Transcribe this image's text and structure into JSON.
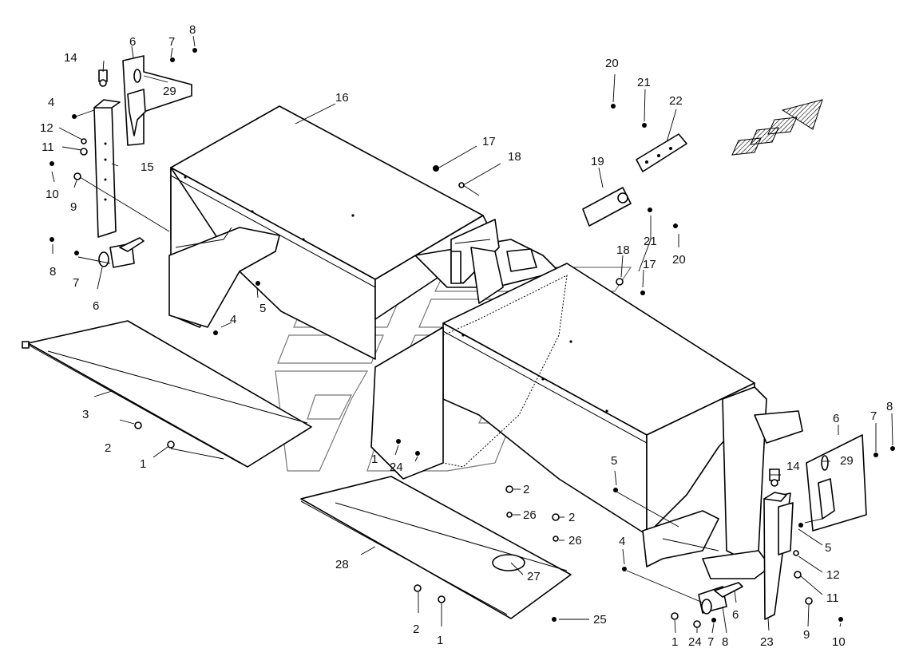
{
  "diagram": {
    "labels": {
      "p1a": "1",
      "p1b": "1",
      "p1c": "1",
      "p1d": "1",
      "p2a": "2",
      "p2b": "2",
      "p2c": "2",
      "p2d": "2",
      "p3": "3",
      "p4a": "4",
      "p4b": "4",
      "p4c": "4",
      "p5a": "5",
      "p5b": "5",
      "p5c": "5",
      "p6a": "6",
      "p6b": "6",
      "p6c": "6",
      "p6d": "6",
      "p7a": "7",
      "p7b": "7",
      "p7c": "7",
      "p7d": "7",
      "p8a": "8",
      "p8b": "8",
      "p8c": "8",
      "p8d": "8",
      "p9a": "9",
      "p9b": "9",
      "p10a": "10",
      "p10b": "10",
      "p11a": "11",
      "p11b": "11",
      "p12a": "12",
      "p12b": "12",
      "p14a": "14",
      "p14b": "14",
      "p15": "15",
      "p16": "16",
      "p17a": "17",
      "p17b": "17",
      "p18a": "18",
      "p18b": "18",
      "p19": "19",
      "p20a": "20",
      "p20b": "20",
      "p21a": "21",
      "p21b": "21",
      "p22": "22",
      "p23": "23",
      "p24a": "24",
      "p24b": "24",
      "p25": "25",
      "p26a": "26",
      "p26b": "26",
      "p27": "27",
      "p28": "28",
      "p29a": "29",
      "p29b": "29"
    }
  }
}
